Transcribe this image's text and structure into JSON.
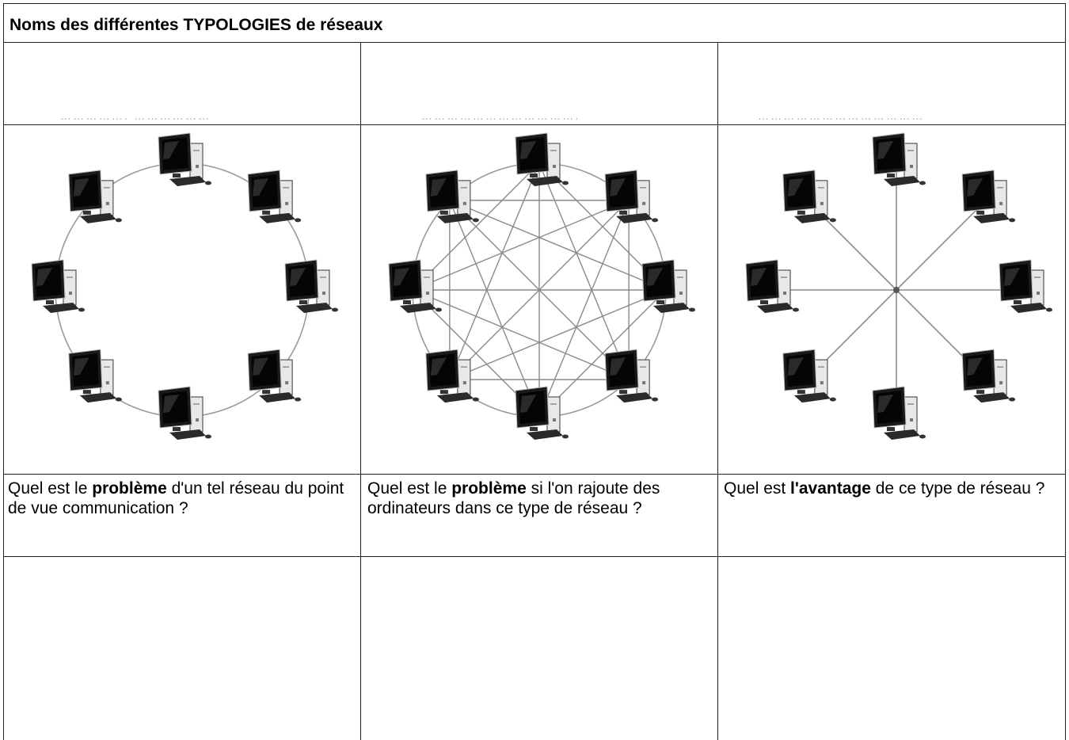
{
  "title": "Noms des différentes TYPOLOGIES de réseaux",
  "columns": [
    {
      "answer_blank": "……………. ………………",
      "diagram_icon": "ring-network-diagram",
      "question": {
        "before": "Quel est le ",
        "bold": "problème",
        "after": " d'un tel réseau du point de vue communication ?"
      }
    },
    {
      "answer_blank": "……………………………….",
      "diagram_icon": "mesh-network-diagram",
      "question": {
        "before": "Quel est le ",
        "bold": "problème",
        "after": " si l'on rajoute des ordinateurs dans ce type de réseau ?"
      }
    },
    {
      "answer_blank": "…………………………………",
      "diagram_icon": "star-network-diagram",
      "question": {
        "before": "Quel est ",
        "bold": "l'avantage",
        "after": " de ce type de réseau ?"
      }
    }
  ],
  "colors": {
    "grid": "#222222",
    "dots": "#a6a6a6",
    "link": "#8a8a8a"
  }
}
